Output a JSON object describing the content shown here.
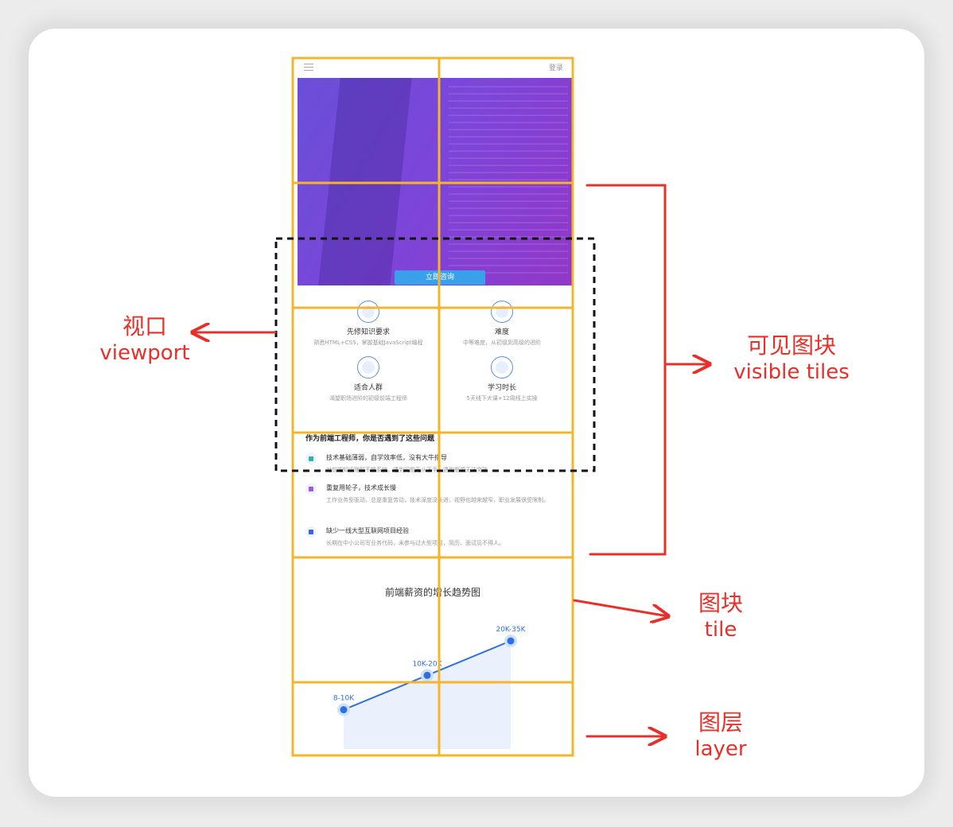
{
  "page": {
    "login": "登录",
    "cta_button": "立即咨询",
    "features": [
      {
        "title": "先修知识要求",
        "desc": "熟悉HTML+CSS，掌握基础JavaScript编程"
      },
      {
        "title": "难度",
        "desc": "中等难度，从初级到高级的进阶"
      },
      {
        "title": "适合人群",
        "desc": "渴望职场进阶的初级前端工程师"
      },
      {
        "title": "学习时长",
        "desc": "5天线下大课+12周线上实操"
      }
    ],
    "problem_heading": "作为前端工程师，你是否遇到了这些问题",
    "problems": [
      {
        "title": "技术基础薄弱，自学效率低，没有大牛指导",
        "desc": "对前端知识理解不够系统，遇到问题无从下手，遇到瓶颈无法突破"
      },
      {
        "title": "重复用轮子，技术成长慢",
        "desc": "工作业务型驱动，总是重复劳动，技术深度没长进，视野也越来越窄，职业发展很受限制。"
      },
      {
        "title": "缺少一线大型互联网项目经验",
        "desc": "长期在中小公司写业务代码，未参与过大型项目，简历、面试见不得人。"
      }
    ],
    "chart_title": "前端薪资的增长趋势图"
  },
  "chart_data": {
    "type": "line",
    "title": "前端薪资的增长趋势图",
    "categories": [
      "8-10K",
      "10K-20K",
      "20K-35K"
    ],
    "values": [
      1,
      2,
      3
    ],
    "point_labels": [
      "8-10K",
      "10K-20K",
      "20K-35K"
    ],
    "line_color": "#2f6fe0"
  },
  "annotations": {
    "viewport": {
      "zh": "视口",
      "en": "viewport"
    },
    "visible_tiles": {
      "zh": "可见图块",
      "en": "visible tiles"
    },
    "tile": {
      "zh": "图块",
      "en": "tile"
    },
    "layer": {
      "zh": "图层",
      "en": "layer"
    }
  },
  "colors": {
    "tile_border": "#f5b52a",
    "viewport_border": "#111111",
    "annotation": "#e8302a"
  }
}
